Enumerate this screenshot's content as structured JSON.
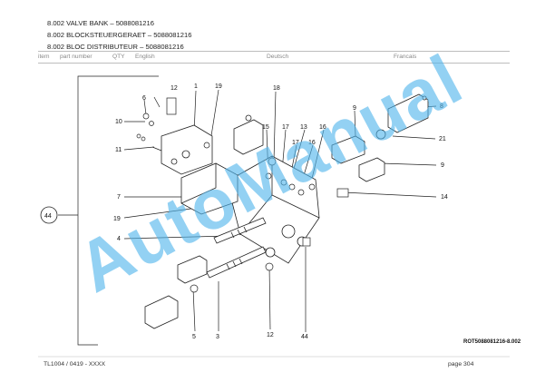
{
  "title_lines": [
    "8.002 VALVE BANK – 5088081216",
    "8.002 BLOCKSTEUERGERAET – 5088081216",
    "8.002 BLOC DISTRIBUTEUR – 5088081216"
  ],
  "columns": {
    "item": "item",
    "part_number": "part number",
    "qty": "QTY",
    "english": "English",
    "deutsch": "Deutsch",
    "francais": "Francais"
  },
  "callouts": {
    "c1": "1",
    "c3": "3",
    "c4": "4",
    "c5": "5",
    "c6": "6",
    "c7": "7",
    "c8": "8",
    "c9a": "9",
    "c9b": "9",
    "c10": "10",
    "c11": "11",
    "c12a": "12",
    "c12b": "12",
    "c13": "13",
    "c14": "14",
    "c15": "15",
    "c16a": "16",
    "c16b": "16",
    "c17": "17",
    "c18": "18",
    "c19a": "19",
    "c19b": "19",
    "c21": "21",
    "c44a": "44",
    "c44b": "44"
  },
  "drawing_ref": "ROT5088081216-8.002",
  "watermark": "AutoManual",
  "footer": {
    "left": "TL1004 / 0419 - XXXX",
    "right": "page 304"
  },
  "colors": {
    "watermark": "#50b4eb",
    "rule": "#bdbdbd",
    "line": "#222222"
  }
}
